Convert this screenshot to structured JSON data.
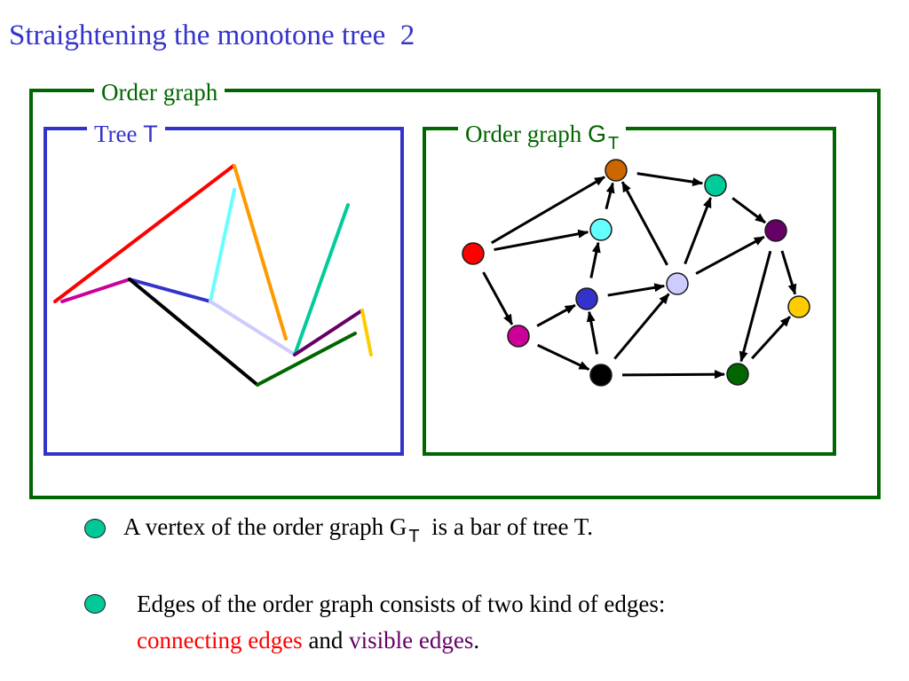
{
  "slide": {
    "title": "Straightening the monotone tree  2"
  },
  "outer_box": {
    "label": "Order graph"
  },
  "tree_box": {
    "label": "Tree ",
    "label_symbol": "T"
  },
  "graph_box": {
    "label": "Order graph ",
    "label_symbol": "G",
    "label_sub": "T"
  },
  "colors": {
    "title": "#3333cc",
    "outer_border": "#006600",
    "tree_border": "#3333cc",
    "bullet": "#00c896",
    "connecting_edges": "#ff0000",
    "visible_edges": "#660066"
  },
  "tree_bars": [
    {
      "color": "#ff0000"
    },
    {
      "color": "#cc0099"
    },
    {
      "color": "#3333cc"
    },
    {
      "color": "#000000"
    },
    {
      "color": "#66ffff"
    },
    {
      "color": "#ff9900"
    },
    {
      "color": "#ccccff"
    },
    {
      "color": "#00cc99"
    },
    {
      "color": "#660066"
    },
    {
      "color": "#006600"
    },
    {
      "color": "#ffcc00"
    }
  ],
  "graph_nodes": [
    {
      "id": "red",
      "color": "#ff0000"
    },
    {
      "id": "magenta",
      "color": "#cc0099"
    },
    {
      "id": "blue",
      "color": "#3333cc"
    },
    {
      "id": "black",
      "color": "#000000"
    },
    {
      "id": "cyan",
      "color": "#66ffff"
    },
    {
      "id": "orange",
      "color": "#cc6600"
    },
    {
      "id": "lavender",
      "color": "#ccccff"
    },
    {
      "id": "teal",
      "color": "#00cc99"
    },
    {
      "id": "purple",
      "color": "#660066"
    },
    {
      "id": "darkgreen",
      "color": "#006600"
    },
    {
      "id": "yellow",
      "color": "#ffcc00"
    }
  ],
  "graph_edges": [
    {
      "from": "red",
      "to": "orange"
    },
    {
      "from": "red",
      "to": "cyan"
    },
    {
      "from": "red",
      "to": "magenta"
    },
    {
      "from": "magenta",
      "to": "blue"
    },
    {
      "from": "magenta",
      "to": "black"
    },
    {
      "from": "blue",
      "to": "cyan"
    },
    {
      "from": "blue",
      "to": "lavender"
    },
    {
      "from": "black",
      "to": "blue"
    },
    {
      "from": "black",
      "to": "lavender"
    },
    {
      "from": "black",
      "to": "darkgreen"
    },
    {
      "from": "cyan",
      "to": "orange"
    },
    {
      "from": "orange",
      "to": "teal"
    },
    {
      "from": "lavender",
      "to": "orange"
    },
    {
      "from": "lavender",
      "to": "teal"
    },
    {
      "from": "lavender",
      "to": "purple"
    },
    {
      "from": "teal",
      "to": "purple"
    },
    {
      "from": "purple",
      "to": "darkgreen"
    },
    {
      "from": "purple",
      "to": "yellow"
    },
    {
      "from": "darkgreen",
      "to": "yellow"
    }
  ],
  "bullets": [
    {
      "text_before": "A vertex of the order graph G",
      "sub": "T",
      "text_after": "  is a bar of tree T."
    },
    {
      "line1": "Edges of the order graph consists of two kind of edges:",
      "connecting": "connecting edges",
      "and": " and ",
      "visible": "visible edges",
      "period": "."
    }
  ]
}
